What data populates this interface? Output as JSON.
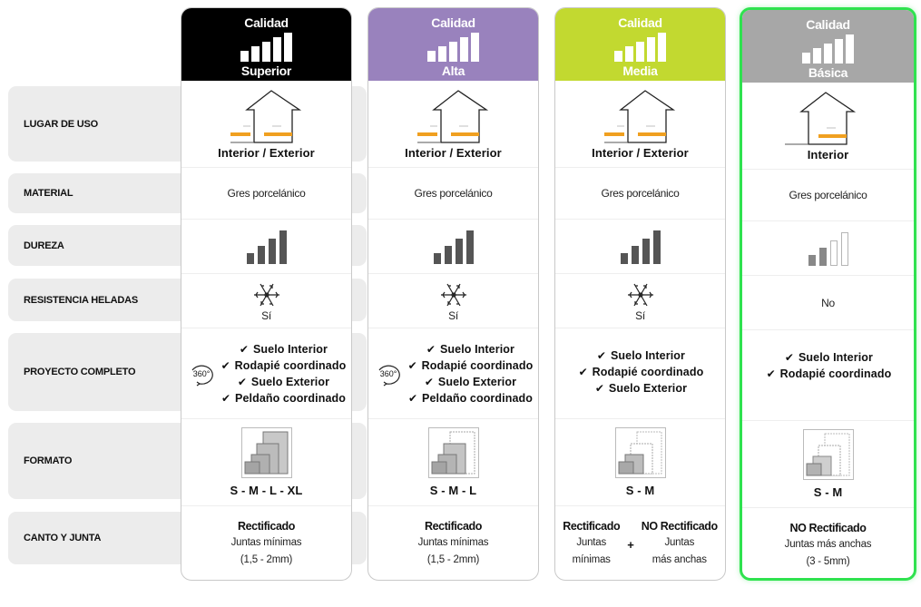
{
  "rows": {
    "uso": "LUGAR DE USO",
    "material": "MATERIAL",
    "dureza": "DUREZA",
    "heladas": "RESISTENCIA HELADAS",
    "proyecto": "PROYECTO COMPLETO",
    "formato": "FORMATO",
    "canto": "CANTO Y JUNTA"
  },
  "columns": [
    {
      "header_label": "Calidad",
      "level": "Superior",
      "color": "#000000",
      "quality_bars_filled": 5,
      "uso": "Interior / Exterior",
      "material": "Gres porcelánico",
      "dureza_level": 4,
      "heladas": "Sí",
      "badge_360": "360°",
      "proyecto": [
        "Suelo Interior",
        "Rodapié coordinado",
        "Suelo Exterior",
        "Peldaño coordinado"
      ],
      "formato": "S - M - L - XL",
      "canto_title": "Rectificado",
      "canto_line1": "Juntas mínimas",
      "canto_line2": "(1,5 - 2mm)"
    },
    {
      "header_label": "Calidad",
      "level": "Alta",
      "color": "#9982bd",
      "quality_bars_filled": 5,
      "uso": "Interior / Exterior",
      "material": "Gres porcelánico",
      "dureza_level": 4,
      "heladas": "Sí",
      "badge_360": "360°",
      "proyecto": [
        "Suelo Interior",
        "Rodapié coordinado",
        "Suelo Exterior",
        "Peldaño coordinado"
      ],
      "formato": "S - M - L",
      "canto_title": "Rectificado",
      "canto_line1": "Juntas mínimas",
      "canto_line2": "(1,5 - 2mm)"
    },
    {
      "header_label": "Calidad",
      "level": "Media",
      "color": "#c2d930",
      "quality_bars_filled": 5,
      "uso": "Interior / Exterior",
      "material": "Gres porcelánico",
      "dureza_level": 4,
      "heladas": "Sí",
      "proyecto": [
        "Suelo Interior",
        "Rodapié coordinado",
        "Suelo Exterior"
      ],
      "formato": "S - M",
      "canto_a_title": "Rectificado",
      "canto_a_line1": "Juntas",
      "canto_a_line2": "mínimas",
      "canto_plus": "+",
      "canto_b_title": "NO Rectificado",
      "canto_b_line1": "Juntas",
      "canto_b_line2": "más anchas"
    },
    {
      "header_label": "Calidad",
      "level": "Básica",
      "color": "#a7a7a7",
      "quality_bars_filled": 5,
      "uso": "Interior",
      "material": "Gres porcelánico",
      "dureza_level": 2,
      "heladas": "No",
      "proyecto": [
        "Suelo Interior",
        "Rodapié coordinado"
      ],
      "formato": "S - M",
      "canto_title": "NO Rectificado",
      "canto_line1": "Juntas más anchas",
      "canto_line2": "(3 - 5mm)",
      "highlight_color": "#2fe24f"
    }
  ]
}
